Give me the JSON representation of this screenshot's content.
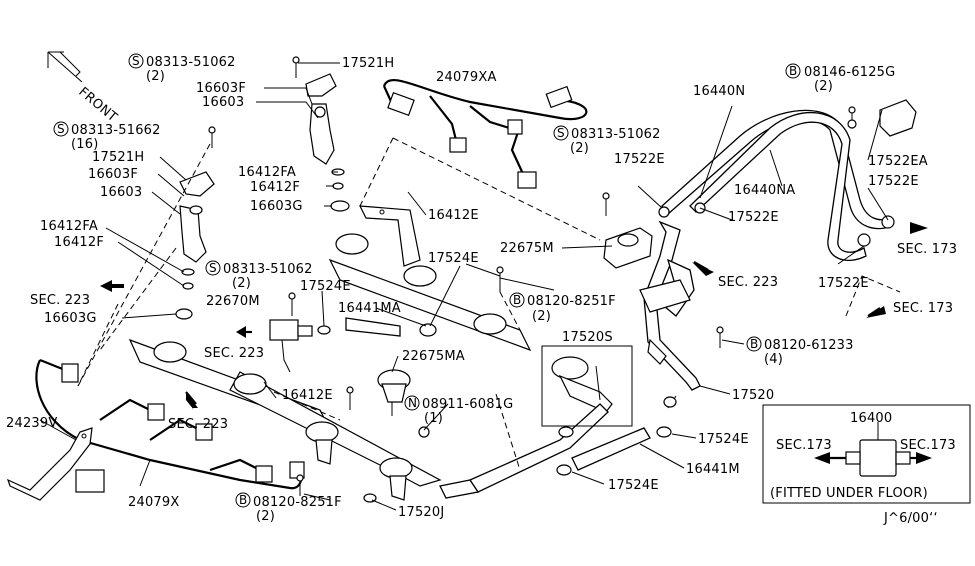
{
  "front_arrow_label": "FRONT",
  "labels": {
    "s08313_51062_top": "08313-51062",
    "s08313_51062_top_qty": "(2)",
    "p17521H_top": "17521H",
    "p24079XA": "24079XA",
    "p16603F_top": "16603F",
    "p16603_top": "16603",
    "s08313_51662": "08313-51662",
    "s08313_51662_qty": "(16)",
    "p17521H_left": "17521H",
    "p16603F_left": "16603F",
    "p16603_left": "16603",
    "p16412FA_mid": "16412FA",
    "p16412F_mid": "16412F",
    "p16603G_mid": "16603G",
    "p16412E_top": "16412E",
    "p16412FA_left": "16412FA",
    "p16412F_left": "16412F",
    "sec223_left": "SEC. 223",
    "p16603G_left": "16603G",
    "s08313_51062_mid": "08313-51062",
    "s08313_51062_mid_qty": "(2)",
    "p22670M": "22670M",
    "p17524E_a": "17524E",
    "p16441MA": "16441MA",
    "p17524E_b": "17524E",
    "sec223_mid": "SEC. 223",
    "p22675MA": "22675MA",
    "p16412E_bot": "16412E",
    "sec223_bot": "SEC. 223",
    "p24239V": "24239V",
    "p24079X": "24079X",
    "b08120_8251F_bot": "08120-8251F",
    "b08120_8251F_bot_qty": "(2)",
    "p17520J": "17520J",
    "n08911_6081G": "08911-6081G",
    "n08911_6081G_qty": "(1)",
    "s08313_51062_right": "08313-51062",
    "s08313_51062_right_qty": "(2)",
    "p17522E_a": "17522E",
    "p22675M": "22675M",
    "b08120_8251F_mid": "08120-8251F",
    "b08120_8251F_mid_qty": "(2)",
    "p17520S": "17520S",
    "sec223_right": "SEC. 223",
    "p16440N": "16440N",
    "p16440NA": "16440NA",
    "p17522E_b": "17522E",
    "b08146_6125G": "08146-6125G",
    "b08146_6125G_qty": "(2)",
    "p17522EA": "17522EA",
    "p17522E_c": "17522E",
    "sec173_a": "SEC. 173",
    "p17522E_d": "17522E",
    "sec173_b": "SEC. 173",
    "b08120_61233": "08120-61233",
    "b08120_61233_qty": "(4)",
    "p17520": "17520",
    "p17524E_c": "17524E",
    "p16441M": "16441M",
    "p17524E_d": "17524E",
    "p16400": "16400",
    "inset_sec173_left": "SEC.173",
    "inset_sec173_right": "SEC.173",
    "inset_caption": "(FITTED UNDER FLOOR)",
    "diagram_code": "J^6/00‘‘"
  },
  "prefix_letters": {
    "s": "S",
    "b": "B",
    "n": "N"
  }
}
